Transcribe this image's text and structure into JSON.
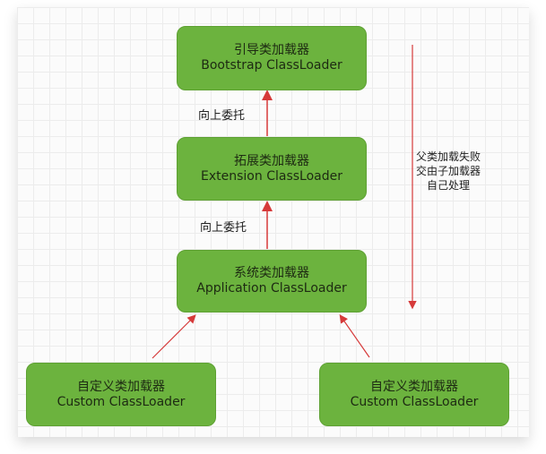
{
  "nodes": {
    "bootstrap": {
      "cn": "引导类加载器",
      "en": "Bootstrap ClassLoader"
    },
    "extension": {
      "cn": "拓展类加载器",
      "en": "Extension ClassLoader"
    },
    "application": {
      "cn": "系统类加载器",
      "en": "Application ClassLoader"
    },
    "custom_left": {
      "cn": "自定义类加载器",
      "en": "Custom ClassLoader"
    },
    "custom_right": {
      "cn": "自定义类加载器",
      "en": "Custom ClassLoader"
    }
  },
  "edges": {
    "ext_to_boot_label": "向上委托",
    "app_to_ext_label": "向上委托"
  },
  "note": {
    "line1": "父类加载失败",
    "line2": "交由子加载器",
    "line3": "自己处理"
  },
  "colors": {
    "node": "#6cb33e",
    "arrow": "#d63a3a"
  }
}
